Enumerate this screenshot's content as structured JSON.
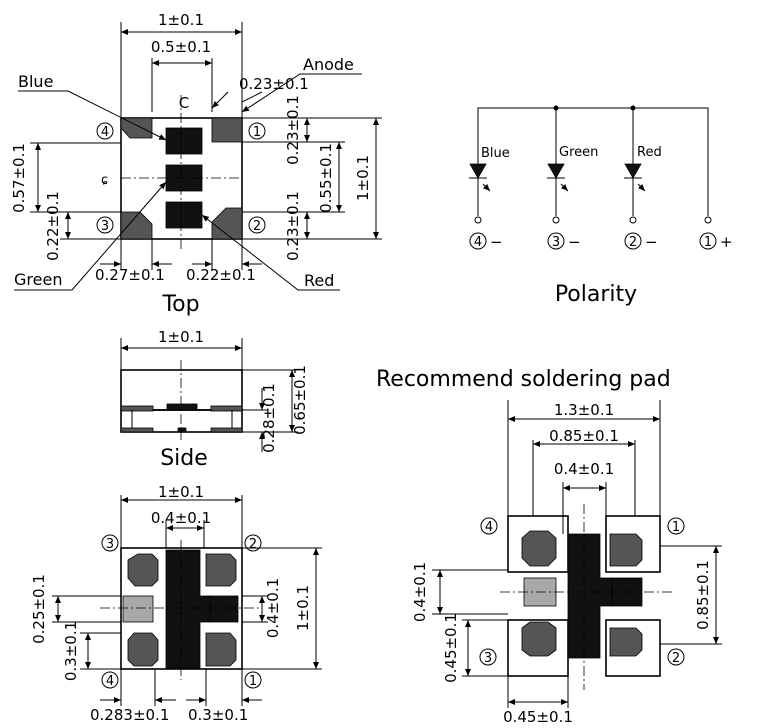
{
  "top_view": {
    "title": "Top",
    "dim_width": "1±0.1",
    "dim_inner": "0.5±0.1",
    "dim_pad_top": "0.23±0.1",
    "centerline_mark": "C",
    "centerline_mark_side": "ɕ",
    "dim_left_outer": "0.57±0.1",
    "dim_left_inner": "0.22±0.1",
    "dim_right_total": "1±0.1",
    "dim_right_mid": "0.55±0.1",
    "dim_right_top": "0.23±0.1",
    "dim_right_bottom": "0.23±0.1",
    "dim_bottom_left": "0.27±0.1",
    "dim_bottom_right": "0.22±0.1",
    "pin1": "1",
    "pin2": "2",
    "pin3": "3",
    "pin4": "4",
    "blue_label": "Blue",
    "anode_label": "Anode",
    "green_label": "Green",
    "red_label": "Red"
  },
  "side_view": {
    "title": "Side",
    "dim_width": "1±0.1",
    "dim_height": "0.65±0.1",
    "dim_base": "0.28±0.1"
  },
  "bottom_view": {
    "dim_width": "1±0.1",
    "dim_center": "0.4±0.1",
    "dim_right_total": "1±0.1",
    "dim_right_mid": "0.4±0.1",
    "dim_left_mid": "0.25±0.1",
    "dim_left_bottom": "0.3±0.1",
    "dim_bottom_left": "0.283±0.1",
    "dim_bottom_right": "0.3±0.1",
    "pin1": "1",
    "pin2": "2",
    "pin3": "3",
    "pin4": "4"
  },
  "polarity": {
    "title": "Polarity",
    "blue": "Blue",
    "green": "Green",
    "red": "Red",
    "pin1": "1",
    "pin2": "2",
    "pin3": "3",
    "pin4": "4",
    "sign1": "+",
    "sign2": "−",
    "sign3": "−",
    "sign4": "−"
  },
  "soldering": {
    "title": "Recommend soldering pad",
    "dim_total": "1.3±0.1",
    "dim_inner": "0.85±0.1",
    "dim_center": "0.4±0.1",
    "dim_right": "0.85±0.1",
    "dim_left_mid": "0.4±0.1",
    "dim_left_bottom": "0.45±0.1",
    "dim_bottom": "0.45±0.1",
    "pin1": "1",
    "pin2": "2",
    "pin3": "3",
    "pin4": "4"
  }
}
